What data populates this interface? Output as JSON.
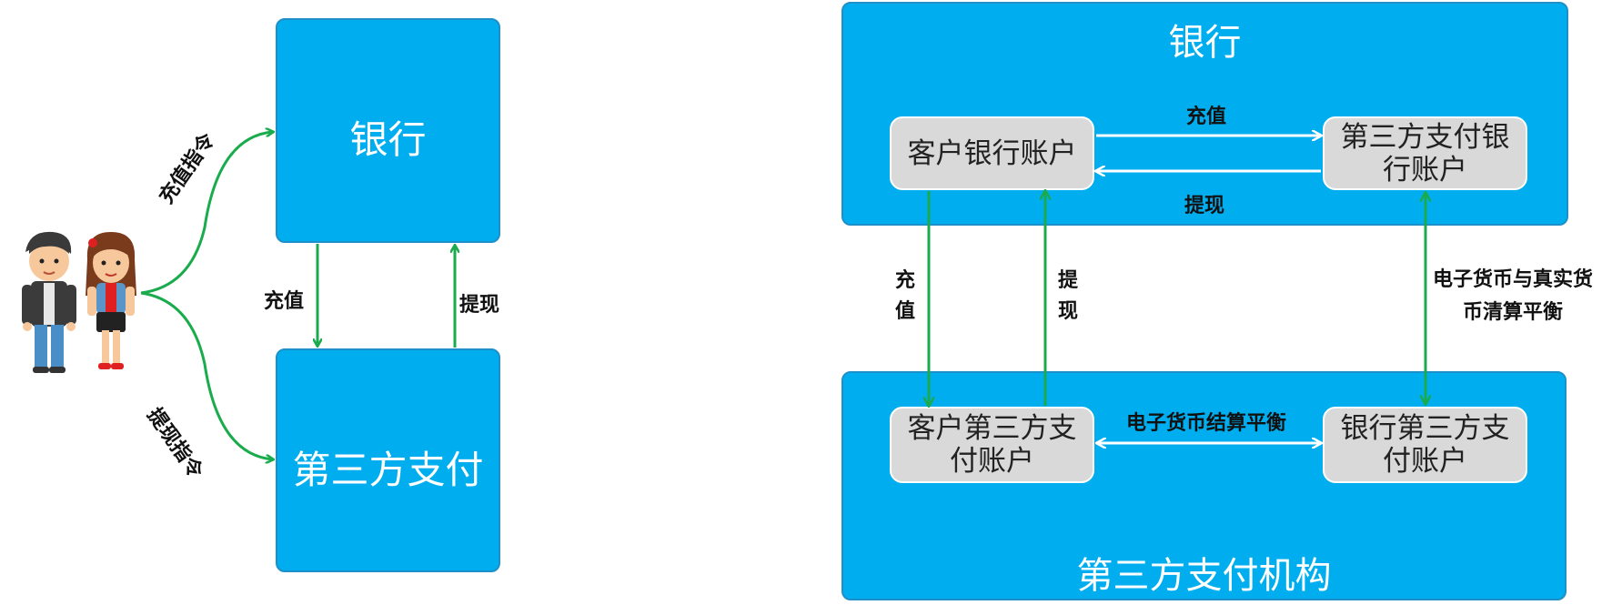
{
  "colors": {
    "box_blue": "#00aeef",
    "box_border": "#1d8fc9",
    "sub_gray": "#d9d9d9",
    "green_arrow": "#1aab4d",
    "white_arrow": "#ffffff"
  },
  "left": {
    "bank": "银行",
    "third_party": "第三方支付",
    "recharge": "充值",
    "withdraw": "提现",
    "recharge_cmd": "充值指令",
    "withdraw_cmd": "提现指令",
    "user_icons": [
      "boy-icon",
      "girl-icon"
    ]
  },
  "right": {
    "bank": "银行",
    "institution": "第三方支付机构",
    "customer_bank_account": "客户银行账户",
    "tp_bank_account": [
      "第三方支付银",
      "行账户"
    ],
    "customer_tp_account": [
      "客户第三方支",
      "付账户"
    ],
    "bank_tp_account": [
      "银行第三方支",
      "付账户"
    ],
    "recharge_h": "充值",
    "withdraw_h": "提现",
    "recharge_v": [
      "充",
      "值"
    ],
    "withdraw_v": [
      "提",
      "现"
    ],
    "balance_label": [
      "电子货币与真实货",
      "币清算平衡"
    ],
    "settle_label": "电子货币结算平衡"
  }
}
